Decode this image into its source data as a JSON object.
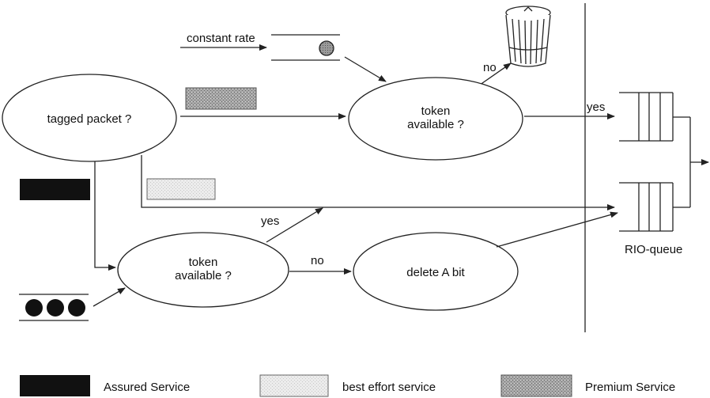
{
  "nodes": {
    "tagged_packet": "tagged packet ?",
    "premium_token_line1": "token",
    "premium_token_line2": "available ?",
    "assured_token_line1": "token",
    "assured_token_line2": "available ?",
    "delete_a_bit": "delete A bit"
  },
  "labels": {
    "constant_rate": "constant rate",
    "premium_no": "no",
    "premium_yes": "yes",
    "assured_yes": "yes",
    "assured_no": "no",
    "rio_queue": "RIO-queue"
  },
  "legend": {
    "assured": "Assured Service",
    "best_effort": "best effort service",
    "premium": "Premium Service"
  },
  "colors": {
    "assured": "#111111",
    "best_effort": "#e4e4e4",
    "premium": "#9a9a9a",
    "line": "#222222"
  }
}
